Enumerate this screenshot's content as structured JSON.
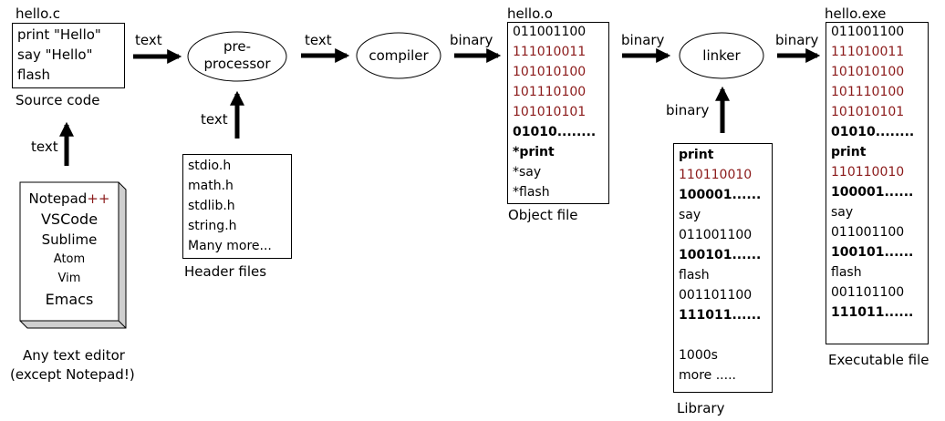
{
  "source": {
    "filename": "hello.c",
    "lines": [
      "print \"Hello\"",
      "say \"Hello\"",
      "flash"
    ],
    "caption": "Source code"
  },
  "editor": {
    "items": [
      {
        "text": "Notepad",
        "suffix": "++"
      },
      {
        "text": "VSCode"
      },
      {
        "text": "Sublime"
      },
      {
        "text": "Atom"
      },
      {
        "text": "Vim"
      },
      {
        "text": "Emacs"
      }
    ],
    "caption_line1": "Any text editor",
    "caption_line2": "(except Notepad!)"
  },
  "edges": {
    "editor_to_source": "text",
    "source_to_pre": "text",
    "header_to_pre": "text",
    "pre_to_compiler": "text",
    "compiler_to_object": "binary",
    "object_to_linker": "binary",
    "library_to_linker": "binary",
    "linker_to_exe": "binary"
  },
  "preprocessor": {
    "line1": "pre-",
    "line2": "processor"
  },
  "compiler": {
    "label": "compiler"
  },
  "linker": {
    "label": "linker"
  },
  "headers": {
    "items": [
      "stdio.h",
      "math.h",
      "stdlib.h",
      "string.h",
      "Many more..."
    ],
    "caption": "Header files"
  },
  "object": {
    "filename": "hello.o",
    "lines": [
      "011001100",
      "111010011",
      "101010100",
      "101110100",
      "101010101",
      "01010........",
      "*print",
      "*say",
      "*flash"
    ],
    "caption": "Object file"
  },
  "library": {
    "lines": [
      "print",
      "110110010",
      "100001......",
      "say",
      "011001100",
      "100101......",
      "flash",
      "001101100",
      "111011......",
      "",
      "1000s",
      "more ....."
    ],
    "caption": "Library"
  },
  "exe": {
    "filename": "hello.exe",
    "lines": [
      "011001100",
      "111010011",
      "101010100",
      "101110100",
      "101010101",
      "01010........",
      "print",
      "110110010",
      "100001......",
      "say",
      "011001100",
      "100101......",
      "flash",
      "001101100",
      "111011......"
    ],
    "caption": "Executable file"
  }
}
